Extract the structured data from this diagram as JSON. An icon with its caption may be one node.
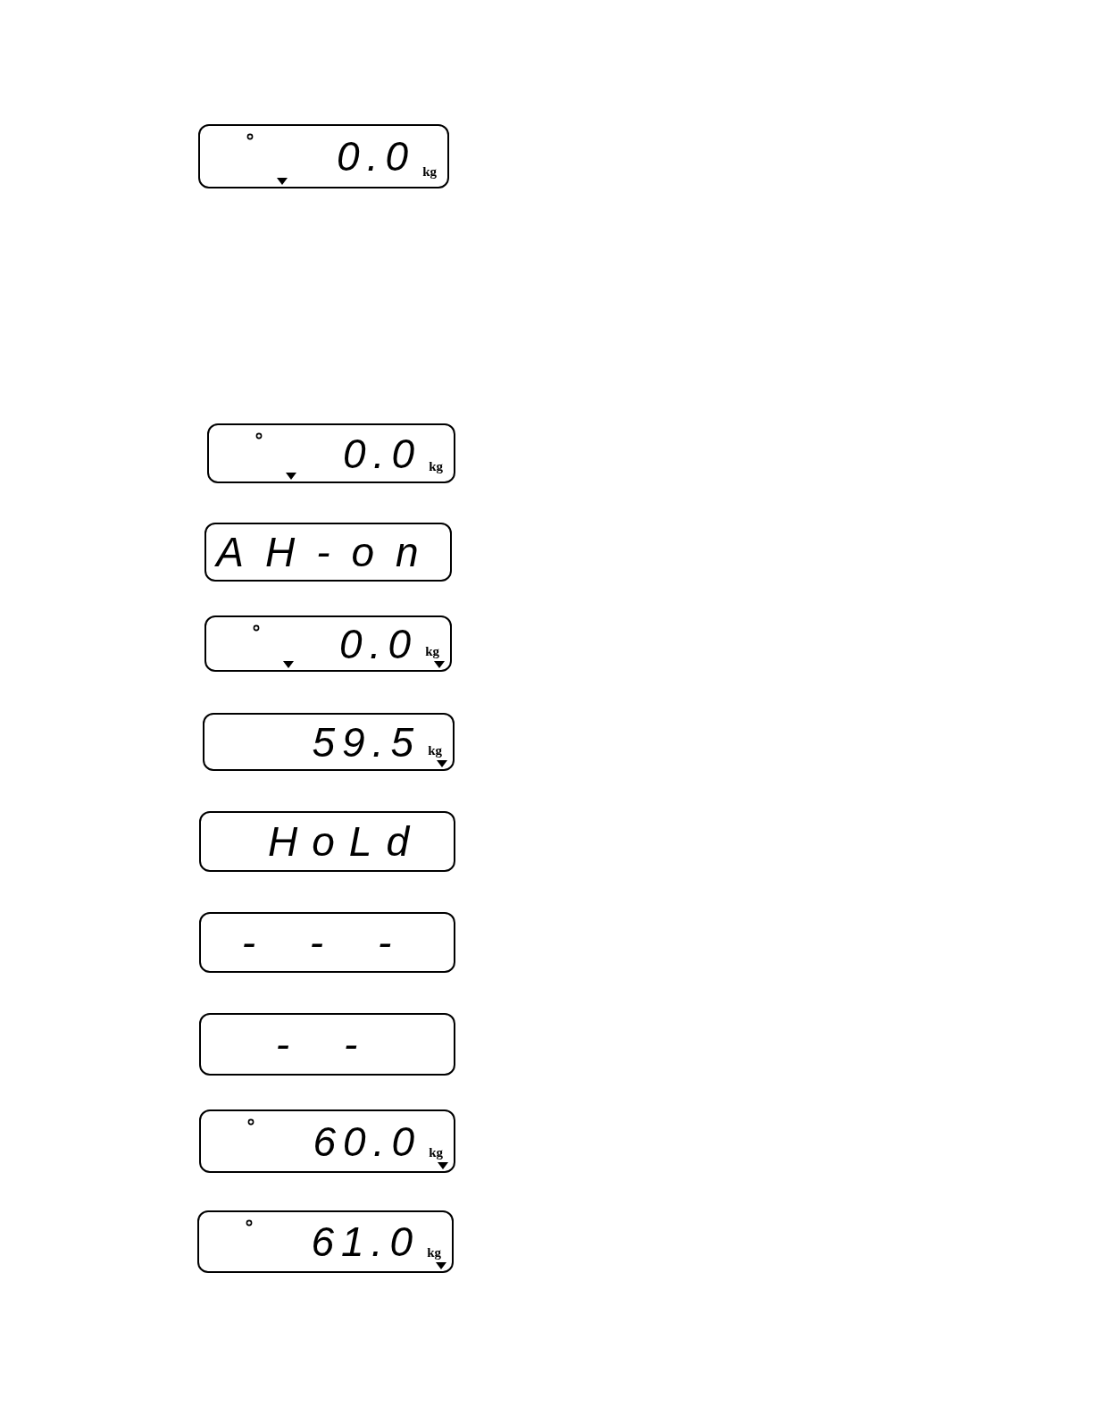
{
  "diagram": {
    "nodes": [
      {
        "text": [
          "0.0",
          "kg"
        ]
      },
      {
        "text": [
          "0.0",
          "kg"
        ]
      },
      {
        "text": [
          "AH-on"
        ]
      },
      {
        "text": [
          "0.0",
          "kg"
        ]
      },
      {
        "text": [
          "59.5",
          "kg"
        ]
      },
      {
        "text": [
          "HoLd"
        ]
      },
      {
        "text": [
          "- - -"
        ]
      },
      {
        "text": [
          "- -"
        ]
      },
      {
        "text": [
          "60.0",
          "kg"
        ]
      },
      {
        "text": [
          "61.0",
          "kg"
        ]
      }
    ]
  }
}
